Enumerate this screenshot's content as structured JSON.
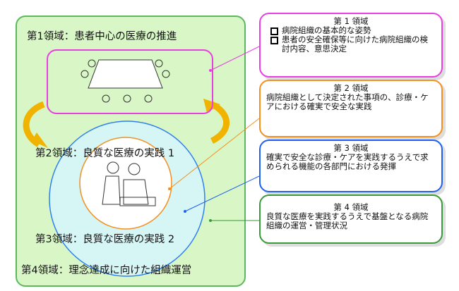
{
  "left": {
    "domain1": "第1領域：患者中心の医療の推進",
    "domain2": "第2領域：良質な医療の実践 1",
    "domain3": "第3領域：良質な医療の実践 2",
    "domain4": "第4領域：理念達成に向けた組織運営"
  },
  "right": [
    {
      "title": "第 1 領域",
      "bullets": [
        "病院組織の基本的な姿勢",
        "患者の安全確保等に向けた病院組織の検討内容、意思決定"
      ],
      "color": "#e83fe0"
    },
    {
      "title": "第 2 領域",
      "text": "病院組織として決定された事項の、診療・ケアにおける確実で安全な実践",
      "color": "#f39020"
    },
    {
      "title": "第 3 領域",
      "text": "確実で安全な診療・ケアを実践するうえで求められる機能の各部門における発揮",
      "color": "#2060f0"
    },
    {
      "title": "第 4 領域",
      "text": "良質な医療を実践するうえで基盤となる病院組織の運営・管理状況",
      "color": "#3a9a3a"
    }
  ]
}
